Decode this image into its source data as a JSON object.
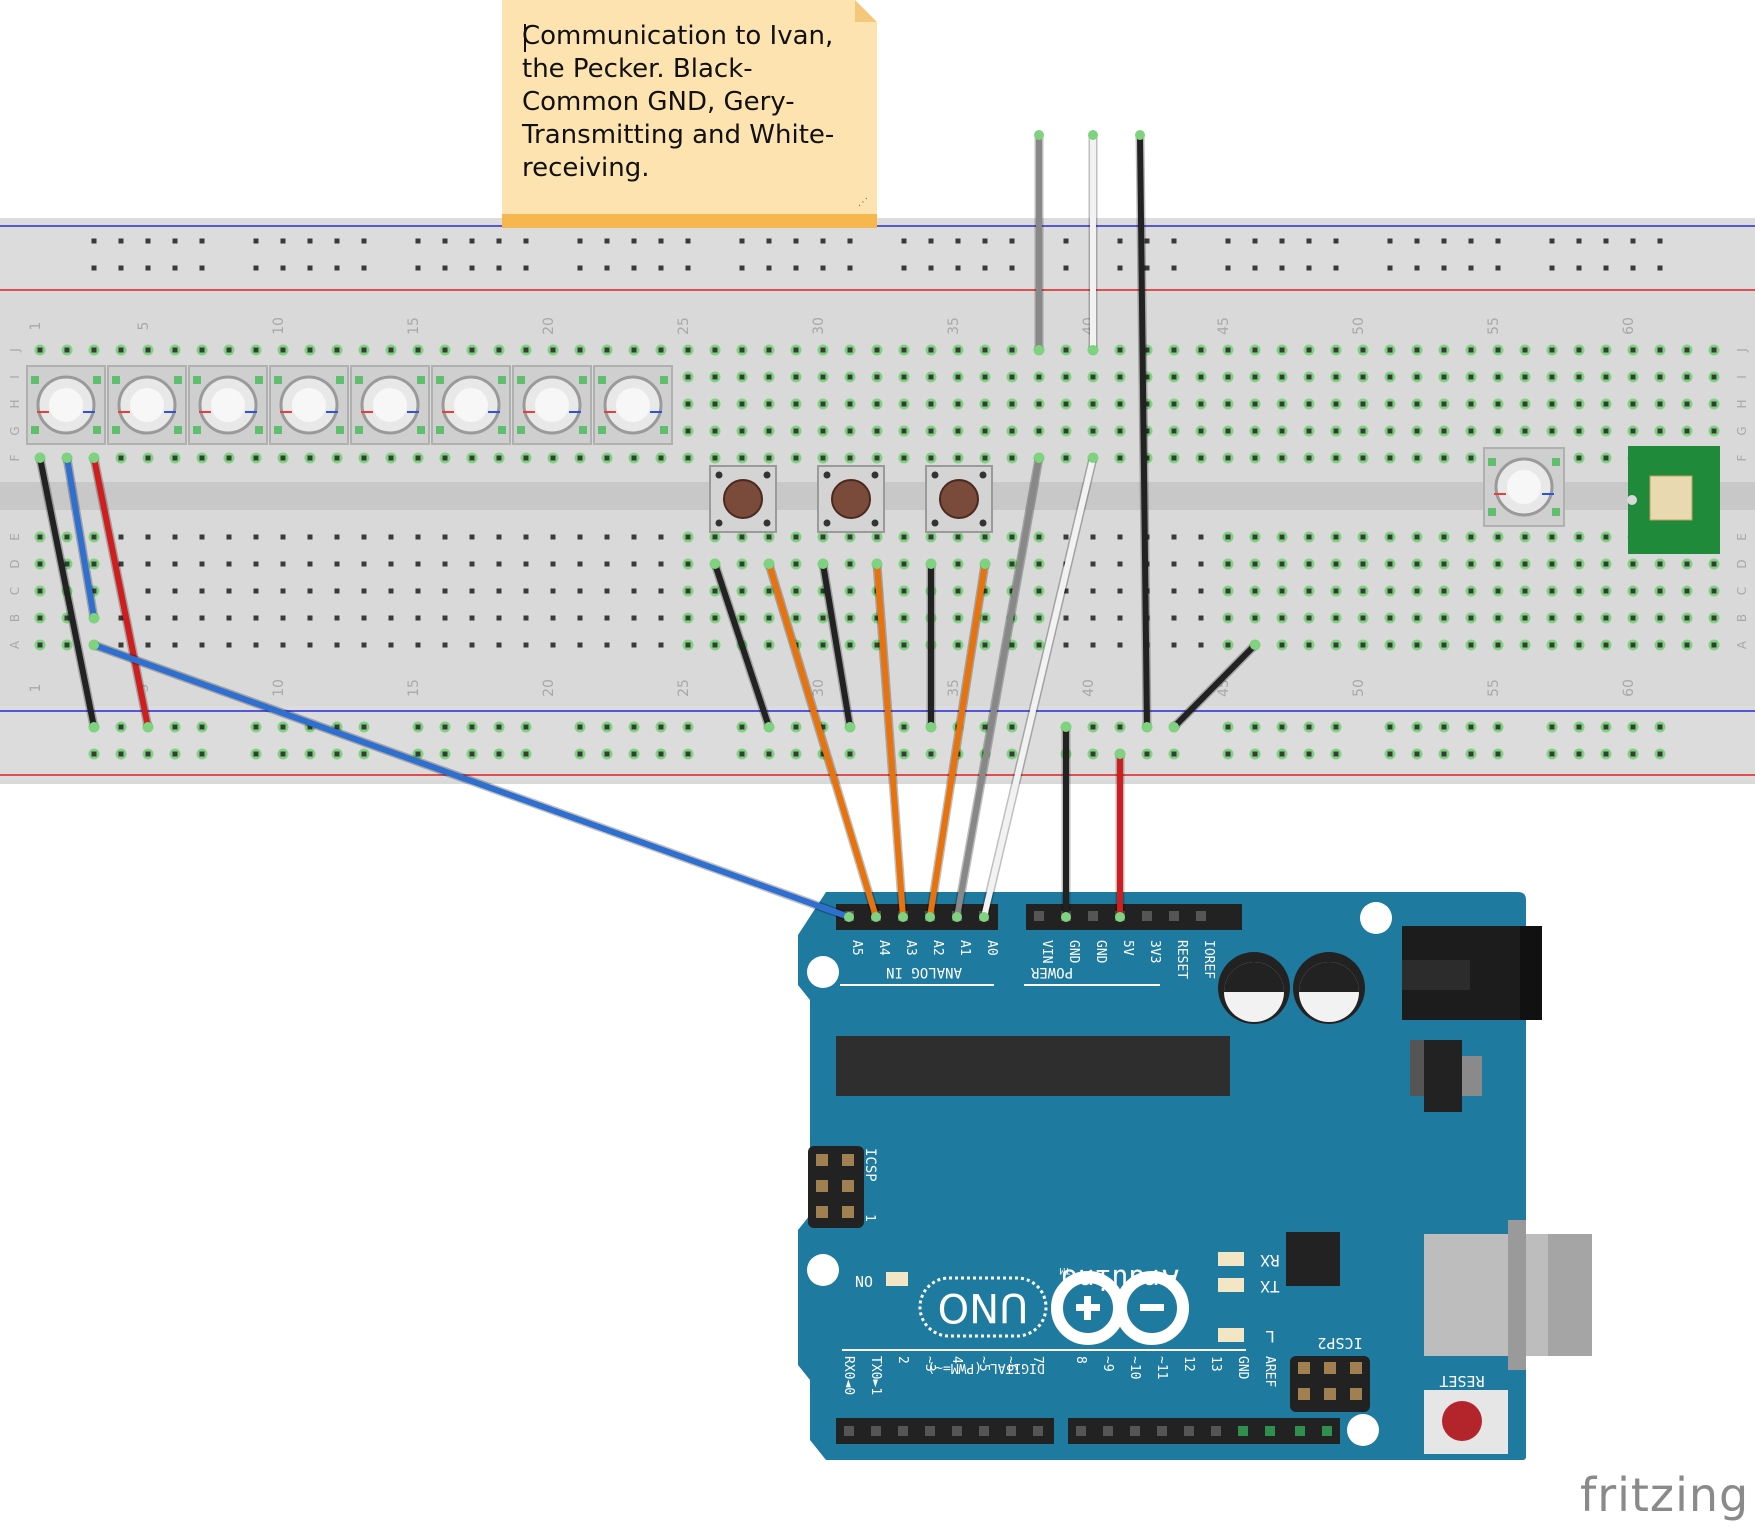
{
  "note": {
    "text": "Communication to Ivan,\nthe Pecker. Black-\nCommon GND, Gery-\nTransmitting and White-\nreceiving."
  },
  "brand": "fritzing",
  "breadboard": {
    "column_numbers": [
      "1",
      "5",
      "10",
      "15",
      "20",
      "25",
      "30",
      "35",
      "40",
      "45",
      "50",
      "55",
      "60"
    ],
    "row_letters_top": [
      "J",
      "I",
      "H",
      "G",
      "F"
    ],
    "row_letters_bottom": [
      "E",
      "D",
      "C",
      "B",
      "A"
    ]
  },
  "arduino": {
    "analog_pins": [
      "A5",
      "A4",
      "A3",
      "A2",
      "A1",
      "A0"
    ],
    "analog_header_label": "ANALOG IN",
    "power_pins": [
      "VIN",
      "GND",
      "GND",
      "5V",
      "3V3",
      "RESET",
      "IOREF"
    ],
    "power_header_label": "POWER",
    "icsp_label": "ICSP",
    "icsp_pin1": "1",
    "icsp2_label": "ICSP2",
    "led_labels": [
      "RX",
      "TX",
      "L"
    ],
    "on_label": "ON",
    "logo_text": "Arduino",
    "tm": "TM",
    "uno_text": "UNO",
    "digital_label": "DIGITAL (PWM=~)",
    "digital_pins_left": [
      "RX0◄0",
      "TX0►1",
      "2",
      "~3",
      "4",
      "~5",
      "~6",
      "7"
    ],
    "digital_pins_right": [
      "8",
      "~9",
      "~10",
      "~11",
      "12",
      "13",
      "GND",
      "AREF"
    ],
    "reset_label": "RESET"
  },
  "colors": {
    "board": "#1f7aa0",
    "wire_black": "#222222",
    "wire_red": "#d01d1d",
    "wire_blue": "#2f6fd0",
    "wire_orange": "#e8720c",
    "wire_gray": "#888888",
    "wire_white": "#f2f2f2",
    "rail_red": "#e02020",
    "rail_blue": "#2a2ad8"
  }
}
